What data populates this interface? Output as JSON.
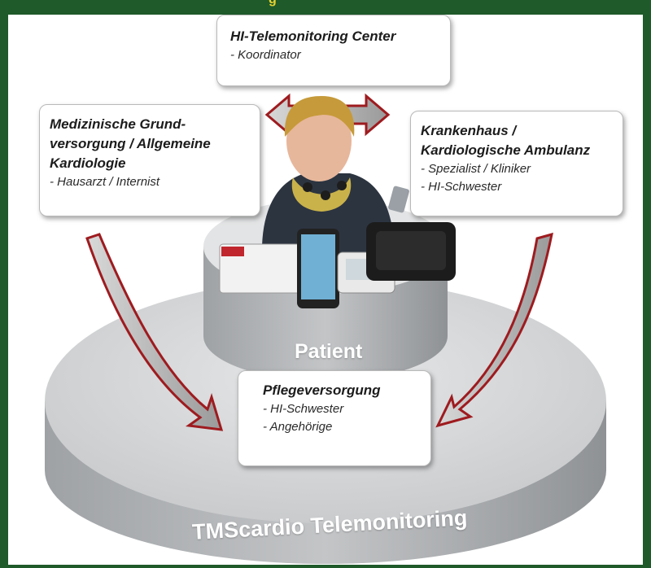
{
  "header": {
    "title_fragment": "g"
  },
  "boxes": {
    "center": {
      "title": "HI-Telemonitoring Center",
      "items": [
        "- Koordinator"
      ]
    },
    "left": {
      "title_lines": [
        "Medizinische Grund-",
        "versorgung / Allgemeine",
        "Kardiologie"
      ],
      "items": [
        "- Hausarzt / Internist"
      ]
    },
    "right": {
      "title_lines": [
        "Krankenhaus /",
        "Kardiologische Ambulanz"
      ],
      "items": [
        "- Spezialist / Kliniker",
        "- HI-Schwester"
      ]
    },
    "bottom": {
      "title": "Pflegeversorgung",
      "items": [
        "- HI-Schwester",
        "- Angehörige"
      ]
    }
  },
  "labels": {
    "patient": "Patient",
    "platform": "TMScardio Telemonitoring"
  },
  "colors": {
    "frame": "#1e5a2a",
    "arrow": "#9e1b1f",
    "disc": "#cfd1d3",
    "accent": "#e7d230"
  }
}
